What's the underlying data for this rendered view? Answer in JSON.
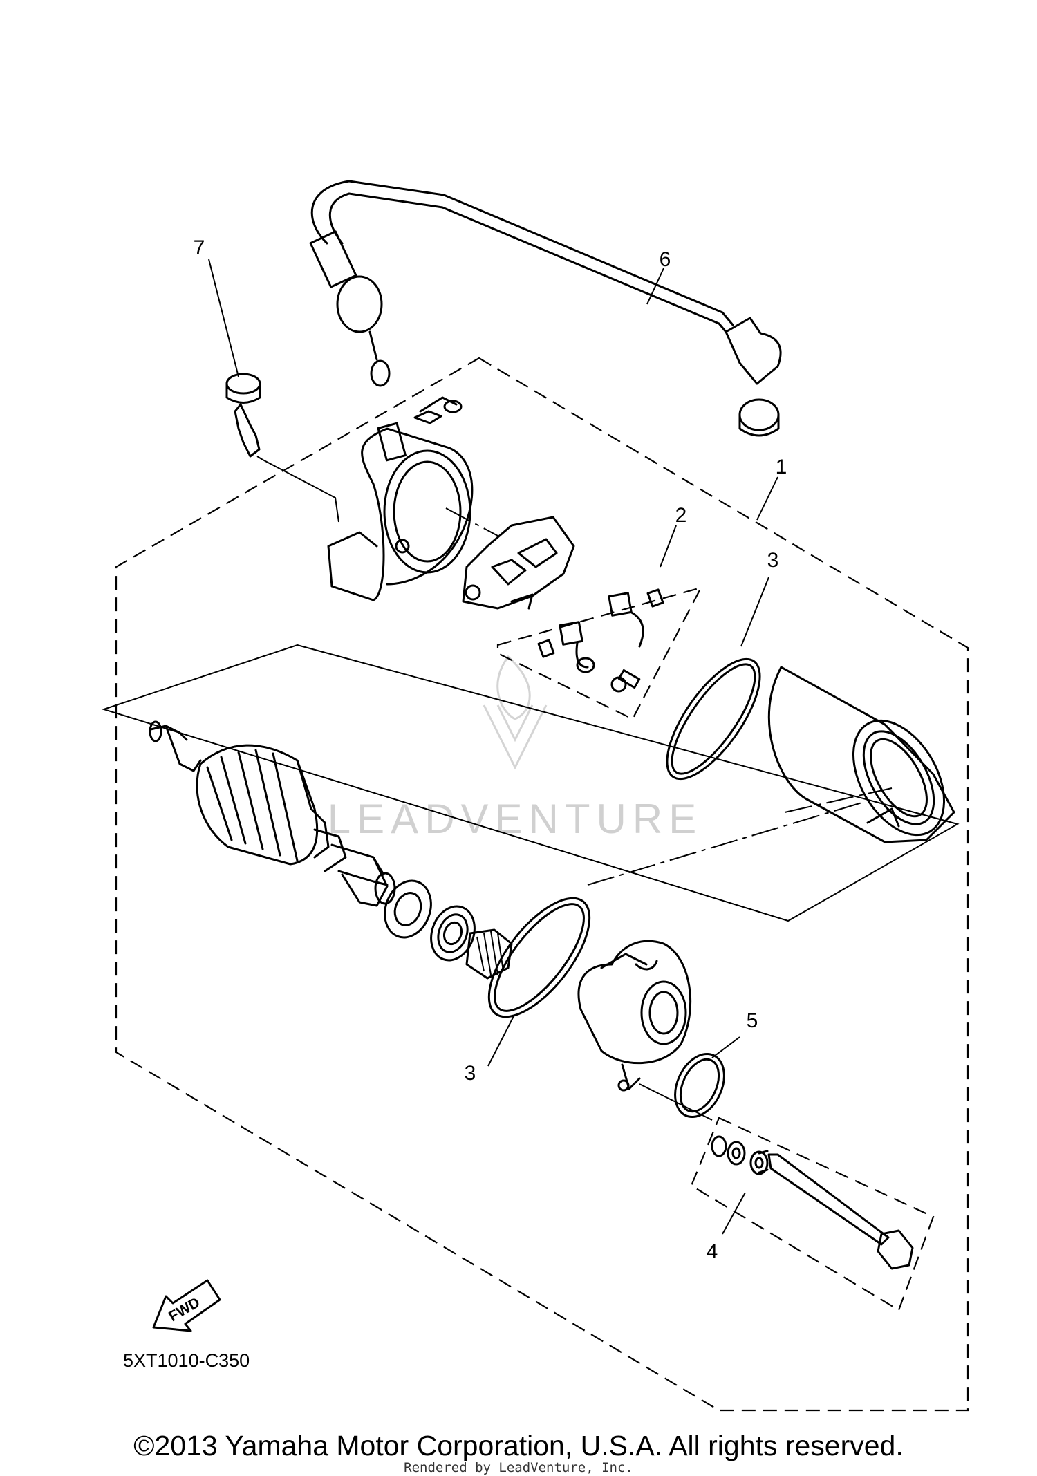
{
  "diagram": {
    "callouts": [
      "1",
      "2",
      "3",
      "3",
      "4",
      "5",
      "6",
      "7"
    ],
    "code": "5XT1010-C350",
    "fwd_label": "FWD",
    "watermark": "LEADVENTURE"
  },
  "footer": {
    "copyright": "©2013 Yamaha Motor Corporation, U.S.A. All rights reserved.",
    "rendered_by": "Rendered by LeadVenture, Inc."
  }
}
